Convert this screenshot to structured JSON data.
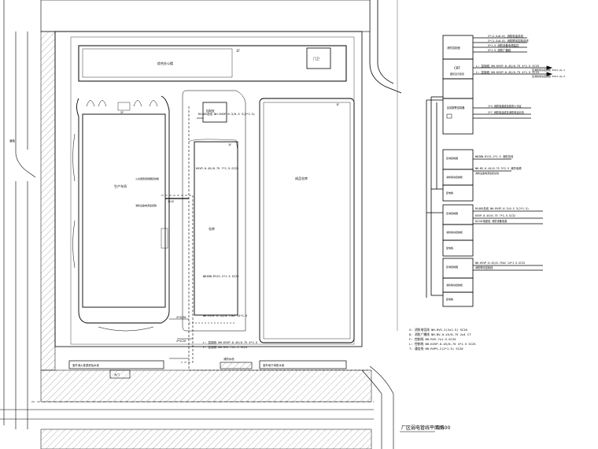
{
  "title": {
    "main": "厂区弱电管线平面图",
    "scale": "1:500"
  },
  "legend_lines": [
    "S: 消防电话线 NH-RVS-2(2x1.5) SC20",
    "D: 消防广播线 NH-BV-0.45/0.75 2x4 CT",
    "F: 控制线 NH-RVV-7x1.5-SC25",
    "L: 控制线 NH-KVVP-0.45/0.75 4*1.5 SC25",
    "T: 通信线 NH-RVPV-2(2*1.5) SC20"
  ],
  "riser": {
    "top_box": "消防控制室",
    "crt_box": "CRT",
    "crt_sub": "图形显示装置",
    "top_lines": [
      "2*(1.5+0.6) 消防电话总线",
      "2*(1.5+0.6) 消防联动控制总线",
      "5*1.5 消防设备电源监控",
      "5*1.5 消防广播线"
    ],
    "arrow_lines": [
      "L: 控制线 NH-KVVP-0.45/0.75 4*1.5 SC25",
      "L: 控制线 NH-KVVP-0.45/0.75 4*1.5 SC25"
    ],
    "arrow_tags": [
      "至消防泵房控制柜 KTA1-2p-1",
      "至消防泵房控制柜 KTA1-2p-2"
    ],
    "mid_box": "区域报警控制器",
    "mid_lines": [
      "1*4 消防电源线至各防火分区",
      "2*7 消防电话线至消防电话分机"
    ],
    "group1": {
      "top": "区域控制器",
      "mid": "消防联动控制柜",
      "bot": "配电箱",
      "lines": [
        "WDZDN-RYJS-2*1.5 消防总线",
        "NH-BV-0.45/0.75 3*2.5 消防电源",
        "消防设备电源监控总线"
      ]
    },
    "group2": {
      "top": "区域控制器",
      "mid": "消防联动控制柜",
      "bot": "配电箱",
      "lines": [
        "RS485总线 NH-RVSP-0.3/0.5 3(2*1.5)",
        "KVVP-0.45/0.75 7*1.5-SC32",
        "DC24V电源线 消防设备电源"
      ]
    },
    "group3": {
      "top": "区域控制器",
      "mid": "消防联动控制柜",
      "bot": "配电箱",
      "lines": [
        "NH-KVVP-0.45/0.75kV 14*1.5-SC32",
        "消防联动控制线"
      ]
    }
  },
  "site": {
    "top_building": "综合办公楼",
    "top_small": "门卫",
    "top_floor": "1F",
    "left_building": "生产车间",
    "left_floor": "2F",
    "middle_building": "仓库",
    "middle_floor": "1F",
    "right_building": "成品仓库",
    "right_floor": "1F",
    "small_building": "控制室",
    "left_notes": [
      "火灾报警控制器接线箱",
      "消防设备电源监控箱"
    ],
    "bottom_bar_left": "室外消火栓泵房及水池",
    "bottom_bar_mid": "消防水池",
    "bottom_bar_right": "室外地下消防水池",
    "road_label": "道路",
    "gate_label": "大门",
    "cable_labels": [
      "RS485总线 NH-RVSP-0.3/0.5 3(2*1.5)",
      "KVVP-0.45/0.75 7*1.5-SC25",
      "WDZDN-RYJS-2*1.5 SC25",
      "NH-KVVP-0.45/0.75kV 14*1.5",
      "L: 控制线 NH-KVVP-0.45/0.75 4*1.5",
      "F: 控制线 NH-RVV-7x1.5-SC25"
    ],
    "dims": [
      "2YJV",
      "4*SC20",
      "4*SC20"
    ]
  }
}
